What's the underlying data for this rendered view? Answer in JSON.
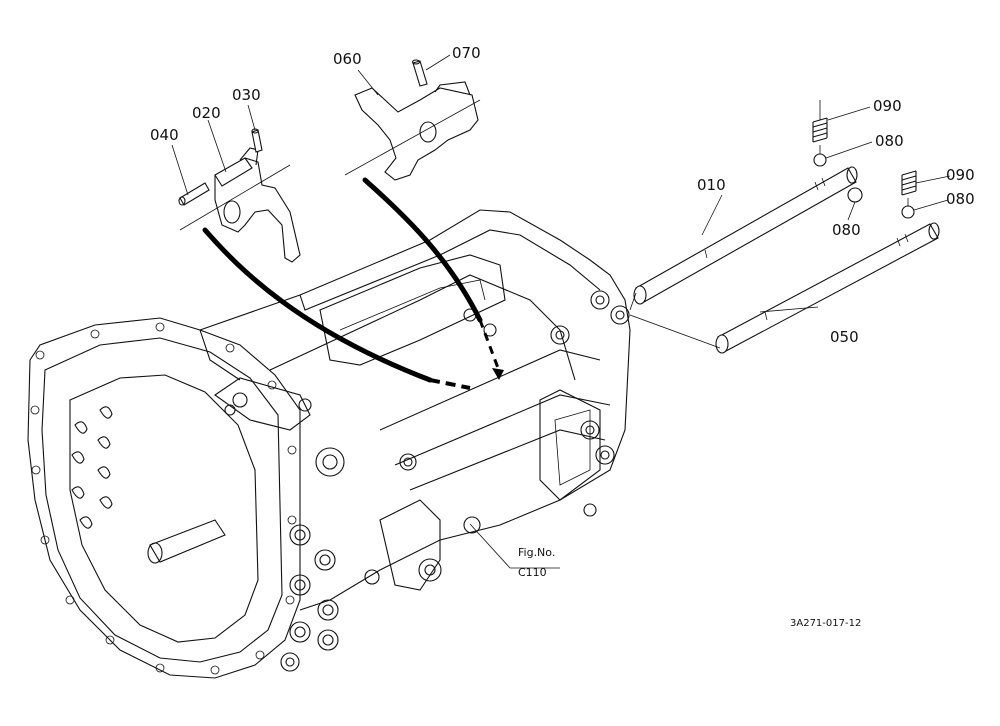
{
  "labels": {
    "p010": "010",
    "p020": "020",
    "p030": "030",
    "p040": "040",
    "p050": "050",
    "p060": "060",
    "p070": "070",
    "p080a": "080",
    "p080b": "080",
    "p080c": "080",
    "p090a": "090",
    "p090b": "090"
  },
  "figref": {
    "line1": "Fig.No.",
    "line2": "C110"
  },
  "drawing_code": "3A271-017-12"
}
